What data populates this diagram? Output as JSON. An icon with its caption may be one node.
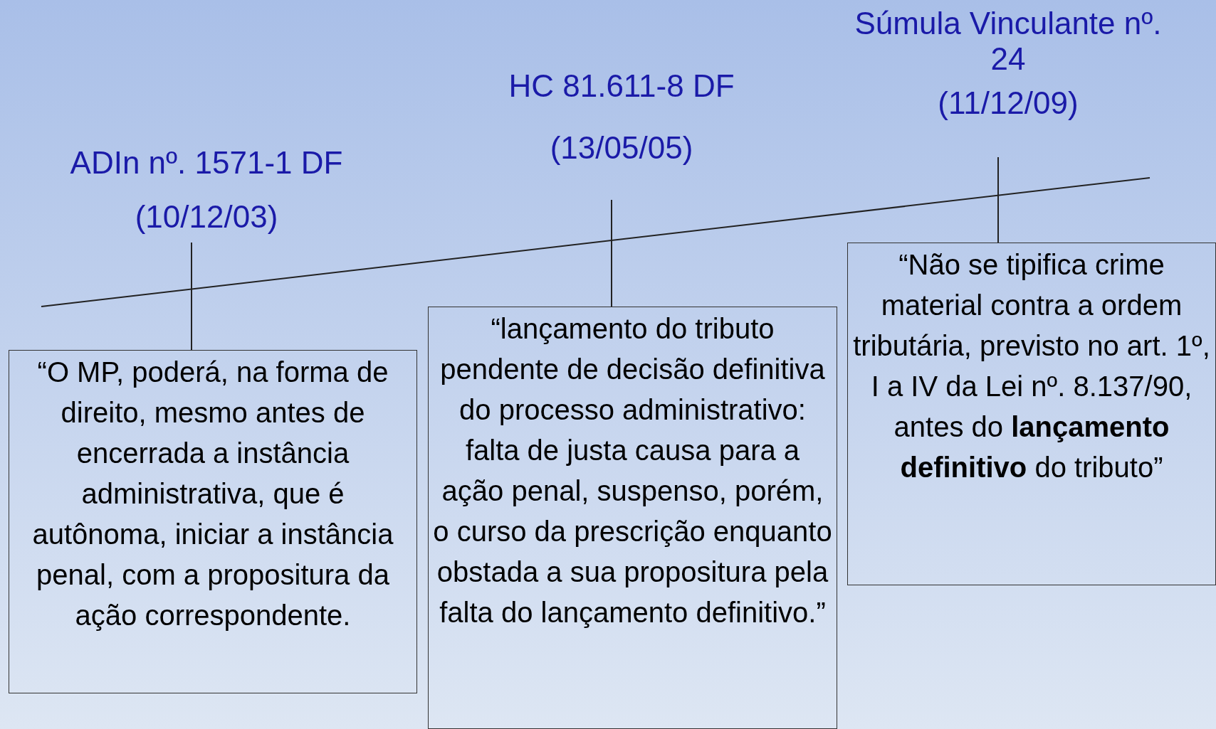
{
  "diagram": {
    "nodes": [
      {
        "text": [
          "ADIn nº. 1571-1 DF",
          "(10/12/03)"
        ]
      },
      {
        "text": [
          "“O MP, poderá, na forma de direito, mesmo antes de encerrada a instância administrativa, que é autônoma, iniciar a instância penal, com a propositura da ação correspondente."
        ]
      },
      {
        "text": [
          "HC 81.611-8 DF",
          "(13/05/05)"
        ]
      },
      {
        "text": [
          "“lançamento do tributo pendente de decisão definitiva do processo administrativo: falta de justa causa para a ação penal, suspenso, porém, o curso da prescrição enquanto obstada a sua propositura pela falta do lançamento definitivo.”"
        ]
      },
      {
        "text": [
          "Súmula Vinculante nº. 24",
          "(11/12/09)"
        ]
      },
      {
        "text": [
          "“Não se tipifica crime material contra a ordem tributária, previsto no art. 1º, I a IV da Lei nº. 8.137/90, antes do **lançamento definitivo** do tributo”"
        ]
      }
    ],
    "edges": [
      {
        "from": 0,
        "to": 1,
        "arrow": "none"
      },
      {
        "from": 2,
        "to": 3,
        "arrow": "none"
      },
      {
        "from": 4,
        "to": 5,
        "arrow": "none"
      }
    ]
  }
}
